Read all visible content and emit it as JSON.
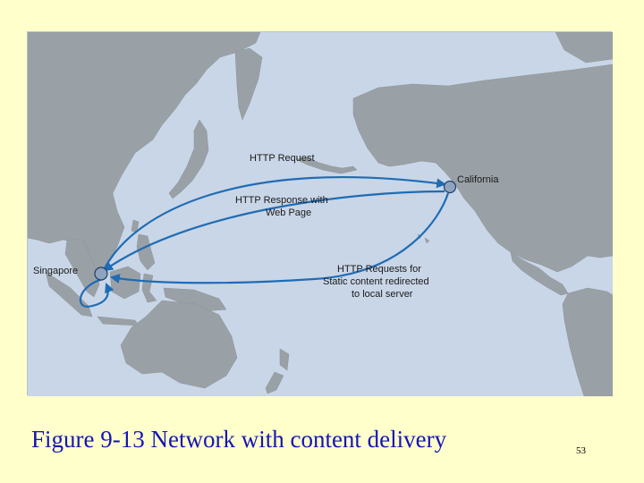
{
  "diagram": {
    "nodes": {
      "singapore": "Singapore",
      "california": "California"
    },
    "edges": {
      "http_request": "HTTP Request",
      "http_response_line1": "HTTP Response with",
      "http_response_line2": "Web Page",
      "static_requests_line1": "HTTP Requests for",
      "static_requests_line2": "Static content redirected",
      "static_requests_line3": "to local server"
    },
    "colors": {
      "ocean": "#C9D6E7",
      "land": "#9AA1A6",
      "arrow": "#1F6CB5",
      "node_fill": "#8EA3BE"
    }
  },
  "caption": "Figure 9-13 Network with content delivery",
  "slide_number": "53"
}
